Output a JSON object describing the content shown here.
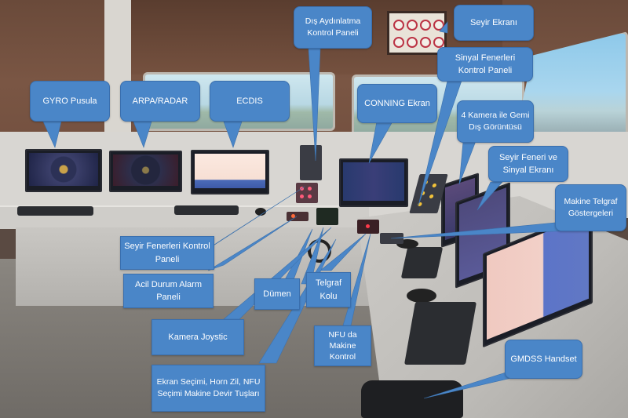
{
  "diagram": {
    "subject": "Ship bridge simulator",
    "callout_color": "#4a86c8",
    "labels": [
      {
        "id": "gyro",
        "text": "GYRO Pusula"
      },
      {
        "id": "arpa",
        "text": "ARPA/RADAR"
      },
      {
        "id": "ecdis",
        "text": "ECDIS"
      },
      {
        "id": "dis_aydinlatma",
        "text": "Dış Aydınlatma Kontrol Paneli"
      },
      {
        "id": "seyir_ekrani",
        "text": "Seyir Ekranı"
      },
      {
        "id": "sinyal_fenerleri",
        "text": "Sinyal Fenerleri Kontrol Paneli"
      },
      {
        "id": "conning",
        "text": "CONNING Ekran"
      },
      {
        "id": "kamera_4",
        "text": "4 Kamera ile Gemi Dış Görüntüsü"
      },
      {
        "id": "seyir_feneri_sinyal",
        "text": "Seyir Feneri ve Sinyal Ekranı"
      },
      {
        "id": "makine_telgraf_gosterge",
        "text": "Makine Telgraf Göstergeleri"
      },
      {
        "id": "seyir_fenerleri_kontrol",
        "text": "Seyir Fenerleri Kontrol Paneli"
      },
      {
        "id": "acil_durum",
        "text": "Acil Durum Alarm Paneli"
      },
      {
        "id": "dumen",
        "text": "Dümen"
      },
      {
        "id": "telgraf_kolu",
        "text": "Telgraf Kolu"
      },
      {
        "id": "kamera_joystic",
        "text": "Kamera Joystic"
      },
      {
        "id": "nfu_makine",
        "text": "NFU da Makine Kontrol"
      },
      {
        "id": "ekran_secimi",
        "text": "Ekran Seçimi, Horn Zil, NFU Seçimi Makine Devir Tuşları"
      },
      {
        "id": "gmdss",
        "text": "GMDSS Handset"
      }
    ]
  }
}
